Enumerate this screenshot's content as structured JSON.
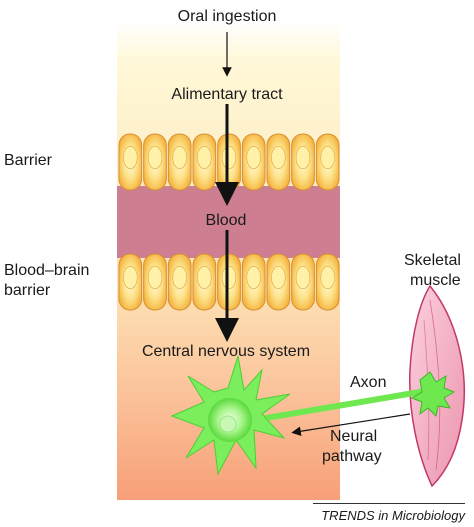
{
  "labels": {
    "oral_ingestion": "Oral ingestion",
    "alimentary_tract": "Alimentary tract",
    "barrier": "Barrier",
    "blood": "Blood",
    "blood_brain_barrier_line1": "Blood–brain",
    "blood_brain_barrier_line2": "barrier",
    "central_nervous_system": "Central nervous system",
    "skeletal_muscle_line1": "Skeletal",
    "skeletal_muscle_line2": "muscle",
    "axon": "Axon",
    "neural_pathway_line1": "Neural",
    "neural_pathway_line2": "pathway"
  },
  "source": "TRENDS in Microbiology",
  "colors": {
    "column_top": "#fff8d8",
    "column_bottom": "#f7a67f",
    "blood_band": "#c9758d",
    "cell_fill": "#f9c753",
    "cell_center": "#fff4b5",
    "cell_outline": "#d98e33",
    "neuron": "#7aee5c",
    "neuron_glow": "#e8ffd9",
    "muscle_fill": "#f3aec2",
    "muscle_outline": "#c2386a",
    "arrow": "#111111"
  }
}
